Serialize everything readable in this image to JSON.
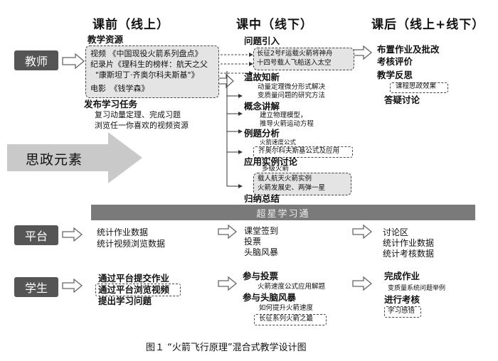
{
  "headers": {
    "pre": "课前（线上）",
    "in": "课中（线下）",
    "post": "课后（线上+线下）"
  },
  "roles": {
    "teacher": "教师",
    "platform": "平台",
    "student": "学生"
  },
  "ideology_label": "思政元素",
  "platform_bar": "超星学习通",
  "teacher": {
    "pre": {
      "resources_title": "教学资源",
      "resources": [
        "视频 《中国现役火箭系列盘点》",
        "纪录片《理科生的榜样：航天之父",
        "\"康斯坦丁·齐奥尔科夫斯基\"》",
        "电影　《钱学森》"
      ],
      "task_title": "发布学习任务",
      "tasks": [
        "复习动量定理、完成习题",
        "浏览任一你喜欢的视频资源"
      ]
    },
    "in": {
      "intro_title": "问题引入",
      "intro_items": [
        "长征2号F运载火箭将神舟",
        "十四号载人飞船送入太空"
      ],
      "review_title": "温故知新",
      "review_items": [
        "动量定理微分形式解决",
        "变质量问题的研究方法"
      ],
      "concept_title": "概念讲解",
      "concept_items": [
        "建立物理模型，",
        "推导火箭运动方程"
      ],
      "example_title": "例题分析",
      "example_items": [
        "火箭速度公式",
        "齐奥尔科夫斯基公式及应用"
      ],
      "application_title": "应用实例讨论",
      "application_items": [
        "多级火箭",
        "载人航天火箭实例",
        "火箭发展史、两弹一星"
      ],
      "summary_title": "归纳总结"
    },
    "post": {
      "items": [
        "布置作业及批改",
        "考核评价",
        "教学反思"
      ],
      "reflection_box": "课程思政效果",
      "last": "答疑讨论"
    }
  },
  "platform": {
    "pre": [
      "统计作业数据",
      "统计视频浏览数据"
    ],
    "in": [
      "课堂签到",
      "投票",
      "头脑风暴"
    ],
    "post": [
      "讨论区",
      "统计作业数据",
      "统计考核数据"
    ]
  },
  "student": {
    "pre": [
      "通过平台提交作业",
      "通过平台浏览视频",
      "提出学习问题"
    ],
    "in": {
      "vote_title": "参与投票",
      "vote_item": "火箭速度公式应用解题",
      "brainstorm_title": "参与头脑风暴",
      "brainstorm_item": "如何提升火箭速度",
      "brainstorm_box": "长征系列火箭之最"
    },
    "post": {
      "homework": "完成作业",
      "homework_item": "变质量系统问题举例",
      "exam": "进行考核",
      "exam_box": "学习感悟"
    }
  },
  "caption": "图１ “火箭飞行原理”混合式教学设计图"
}
